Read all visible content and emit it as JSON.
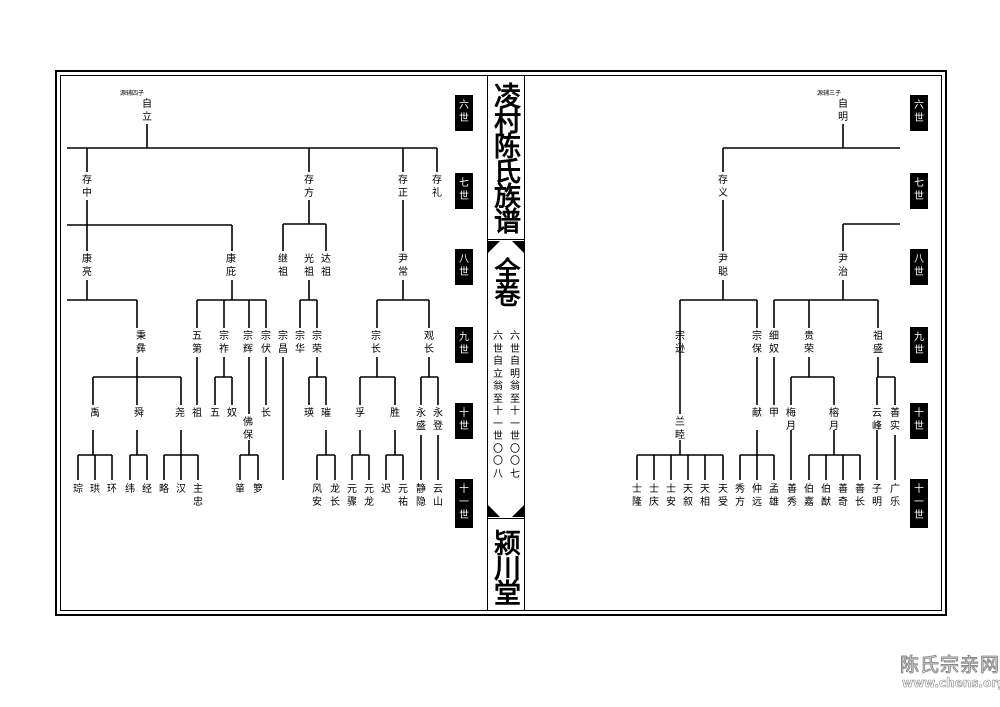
{
  "spine": {
    "title": "凌村陈氏族谱",
    "volume": "全卷",
    "hall": "颍川堂",
    "range_right": "六世自明翁至十一世〇〇七",
    "range_left": "六世自立翁至十一世〇〇八"
  },
  "generations": [
    "六世",
    "七世",
    "八世",
    "九世",
    "十世",
    "十一世"
  ],
  "left_page": {
    "root_note": "源辅四子",
    "names": [
      "自立",
      "存中",
      "存方",
      "存正",
      "存礼",
      "康亮",
      "康庇",
      "继祖",
      "光祖",
      "达祖",
      "尹常",
      "秉彝",
      "五第",
      "宗祚",
      "宗辉",
      "宗伏",
      "宗昌",
      "宗华",
      "宗荣",
      "宗长",
      "观长",
      "禹",
      "舜",
      "尧",
      "祖",
      "五",
      "奴",
      "佛保",
      "长",
      "瑛",
      "璀",
      "孚",
      "胜",
      "永盛",
      "永登",
      "琮",
      "珙",
      "环",
      "纬",
      "经",
      "略",
      "汉",
      "主忠",
      "箪",
      "箩",
      "风安",
      "龙长",
      "元骤",
      "元龙",
      "迟",
      "元祐",
      "静隐",
      "云山"
    ]
  },
  "right_page": {
    "root_note": "源辅三子",
    "names": [
      "自明",
      "存义",
      "尹聪",
      "尹治",
      "宗逊",
      "宗保",
      "细奴",
      "贵荣",
      "祖盛",
      "兰睦",
      "献",
      "甲",
      "梅月",
      "榕月",
      "云峰",
      "善实",
      "士隆",
      "士庆",
      "士安",
      "天叙",
      "天相",
      "天受",
      "秀方",
      "仲远",
      "孟雄",
      "善秀",
      "伯嘉",
      "伯猷",
      "善奇",
      "善长",
      "子明",
      "广乐"
    ]
  },
  "watermark": {
    "text": "陈氏宗亲网",
    "url": "www.chens.org.cn"
  }
}
